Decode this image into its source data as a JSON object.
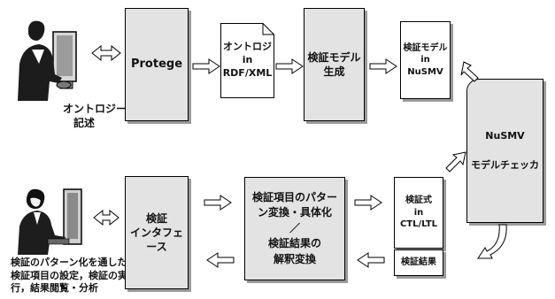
{
  "nodes": {
    "protege": {
      "lines": [
        "Protege"
      ]
    },
    "ontology_rdf": {
      "lines": [
        "オントロジ",
        "in",
        "RDF/XML"
      ]
    },
    "model_gen": {
      "lines": [
        "検証モデル",
        "生成"
      ]
    },
    "nusmv_model": {
      "lines": [
        "検証モデル",
        "in",
        "NuSMV"
      ]
    },
    "nusmv_checker": {
      "lines": [
        "NuSMV",
        "モデルチェッカ"
      ]
    },
    "interface": {
      "lines": [
        "検証",
        "インタフェース"
      ]
    },
    "pattern_convert": {
      "lines": [
        "検証項目のパター",
        "ン変換・具体化",
        "／",
        "検証結果の",
        "解釈変換"
      ]
    },
    "formula": {
      "lines": [
        "検証式",
        "in",
        "CTL/LTL"
      ]
    },
    "result": {
      "lines": [
        "検証結果"
      ]
    }
  },
  "captions": {
    "top_user": [
      "オントロジー",
      "記述"
    ],
    "bottom_user": [
      "検証のパターン化を通した",
      "検証項目の設定，検証の実",
      "行，結果閲覧・分析"
    ]
  },
  "colors": {
    "box_fill": "#e3e3e3",
    "arrow_fill": "#ffffff",
    "border": "#000000"
  },
  "icons": [
    "person-at-computer-icon",
    "person-at-computer-icon"
  ]
}
